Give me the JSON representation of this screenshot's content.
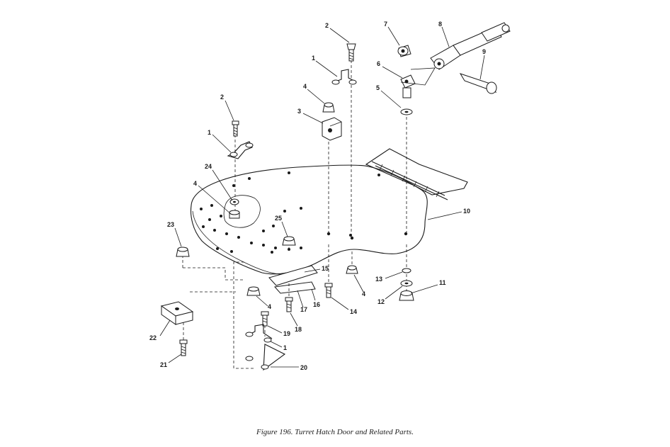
{
  "caption": "Figure 196.  Turret Hatch Door and Related Parts.",
  "callouts": {
    "c1a": "1",
    "c1b": "1",
    "c1c": "1",
    "c2a": "2",
    "c2b": "2",
    "c3": "3",
    "c4a": "4",
    "c4b": "4",
    "c4c": "4",
    "c4d": "4",
    "c5": "5",
    "c6": "6",
    "c7": "7",
    "c8": "8",
    "c9": "9",
    "c10": "10",
    "c11": "11",
    "c12": "12",
    "c13": "13",
    "c14": "14",
    "c15": "15",
    "c16": "16",
    "c17": "17",
    "c18": "18",
    "c19": "19",
    "c20": "20",
    "c21": "21",
    "c22": "22",
    "c23": "23",
    "c24": "24",
    "c25": "25"
  }
}
